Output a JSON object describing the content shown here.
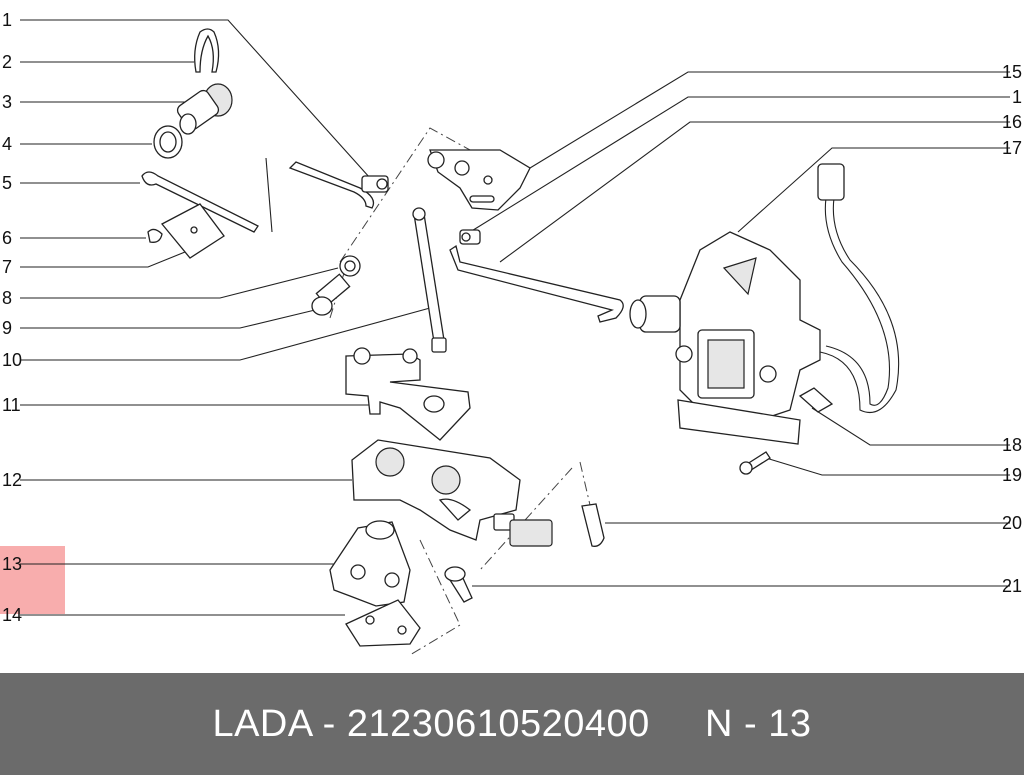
{
  "diagram": {
    "callouts": [
      {
        "id": "c1a",
        "label": "1",
        "side": "left"
      },
      {
        "id": "c2",
        "label": "2",
        "side": "left"
      },
      {
        "id": "c3",
        "label": "3",
        "side": "left"
      },
      {
        "id": "c4",
        "label": "4",
        "side": "left"
      },
      {
        "id": "c5",
        "label": "5",
        "side": "left"
      },
      {
        "id": "c6",
        "label": "6",
        "side": "left"
      },
      {
        "id": "c7",
        "label": "7",
        "side": "left"
      },
      {
        "id": "c8",
        "label": "8",
        "side": "left"
      },
      {
        "id": "c9",
        "label": "9",
        "side": "left"
      },
      {
        "id": "c10",
        "label": "10",
        "side": "left"
      },
      {
        "id": "c11",
        "label": "11",
        "side": "left"
      },
      {
        "id": "c12",
        "label": "12",
        "side": "left"
      },
      {
        "id": "c13",
        "label": "13",
        "side": "left"
      },
      {
        "id": "c14",
        "label": "14",
        "side": "left"
      },
      {
        "id": "c15",
        "label": "15",
        "side": "right"
      },
      {
        "id": "c1b",
        "label": "1",
        "side": "right"
      },
      {
        "id": "c16",
        "label": "16",
        "side": "right"
      },
      {
        "id": "c17",
        "label": "17",
        "side": "right"
      },
      {
        "id": "c18",
        "label": "18",
        "side": "right"
      },
      {
        "id": "c19",
        "label": "19",
        "side": "right"
      },
      {
        "id": "c20",
        "label": "20",
        "side": "right"
      },
      {
        "id": "c21",
        "label": "21",
        "side": "right"
      }
    ],
    "highlighted_callout": "13"
  },
  "footer": {
    "text": "LADA - 21230610520400     N - 13"
  },
  "colors": {
    "highlight": "#f36a6a",
    "footer_bg": "#6b6b6b",
    "footer_text": "#ffffff"
  }
}
